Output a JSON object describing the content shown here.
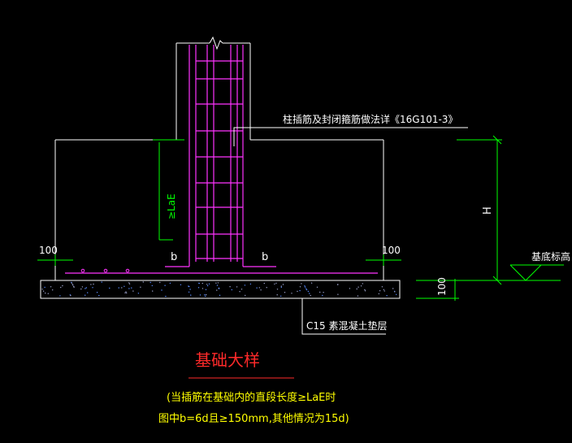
{
  "annotations": {
    "column_insert_note": "柱插筋及封闭箍筋做法详《16G101-3》",
    "anchorage_label": "≥LaE",
    "left_cover": "100",
    "right_cover": "100",
    "bend_left": "b",
    "bend_right": "b",
    "height_symbol": "H",
    "base_elevation": "基底标高",
    "cushion_thickness": "100",
    "cushion_label": "C15 素混凝土垫层"
  },
  "title": {
    "main": "基础大样",
    "note_line1": "(当插筋在基础内的直段长度≥LaE时",
    "note_line2": "图中b=6d且≥150mm,其他情况为15d)"
  },
  "colors": {
    "background": "#000000",
    "outline": "#ffffff",
    "rebar": "#ff33ff",
    "dimension": "#00ff00",
    "anchor_text": "#00ff00",
    "title": "#ff2a2a",
    "note": "#ffff00",
    "concrete_dots": "#5a8cff"
  }
}
